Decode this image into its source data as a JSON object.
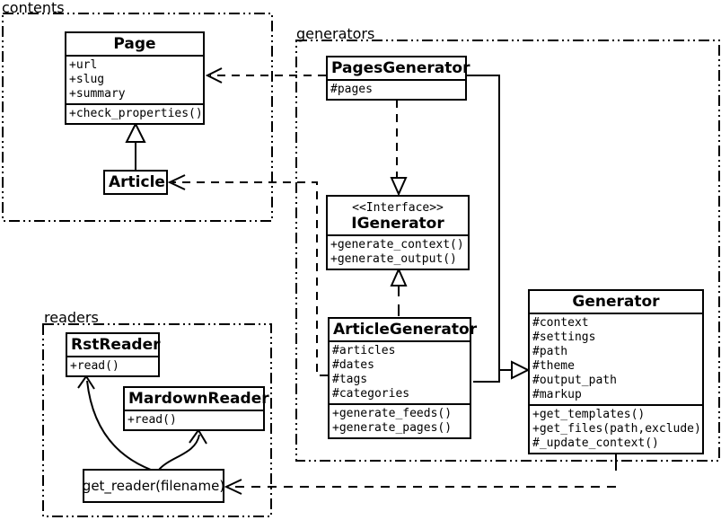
{
  "diagram": {
    "type": "uml-class-diagram",
    "background_color": "#ffffff",
    "line_color": "#000000",
    "text_color": "#000000"
  },
  "packages": {
    "contents": {
      "label": "contents"
    },
    "generators": {
      "label": "generators"
    },
    "readers": {
      "label": "readers"
    }
  },
  "classes": {
    "page": {
      "name": "Page",
      "attrs": [
        "+url",
        "+slug",
        "+summary"
      ],
      "methods": [
        "+check_properties()"
      ]
    },
    "article": {
      "name": "Article"
    },
    "pages_generator": {
      "name": "PagesGenerator",
      "attrs": [
        "#pages"
      ]
    },
    "igenerator": {
      "stereotype": "<<Interface>>",
      "name": "IGenerator",
      "methods": [
        "+generate_context()",
        "+generate_output()"
      ]
    },
    "article_generator": {
      "name": "ArticleGenerator",
      "attrs": [
        "#articles",
        "#dates",
        "#tags",
        "#categories"
      ],
      "methods": [
        "+generate_feeds()",
        "+generate_pages()"
      ]
    },
    "generator": {
      "name": "Generator",
      "attrs": [
        "#context",
        "#settings",
        "#path",
        "#theme",
        "#output_path",
        "#markup"
      ],
      "methods": [
        "+get_templates()",
        "+get_files(path,exclude)",
        "#_update_context()"
      ]
    },
    "rst_reader": {
      "name": "RstReader",
      "methods": [
        "+read()"
      ]
    },
    "mardown_reader": {
      "name": "MardownReader",
      "methods": [
        "+read()"
      ]
    },
    "get_reader": {
      "name": "get_reader(filename)"
    }
  },
  "relationships": [
    {
      "type": "dependency",
      "from": "PagesGenerator",
      "to": "Page"
    },
    {
      "type": "dependency",
      "from": "ArticleGenerator",
      "to": "Article"
    },
    {
      "type": "realization",
      "from": "PagesGenerator",
      "to": "IGenerator"
    },
    {
      "type": "realization",
      "from": "ArticleGenerator",
      "to": "IGenerator"
    },
    {
      "type": "inheritance",
      "from": "Article",
      "to": "Page"
    },
    {
      "type": "inheritance",
      "from": "PagesGenerator",
      "to": "Generator"
    },
    {
      "type": "inheritance",
      "from": "ArticleGenerator",
      "to": "Generator"
    },
    {
      "type": "dependency",
      "from": "Generator",
      "to": "get_reader(filename)"
    },
    {
      "type": "arrow",
      "from": "get_reader(filename)",
      "to": "RstReader"
    },
    {
      "type": "arrow",
      "from": "get_reader(filename)",
      "to": "MardownReader"
    }
  ]
}
